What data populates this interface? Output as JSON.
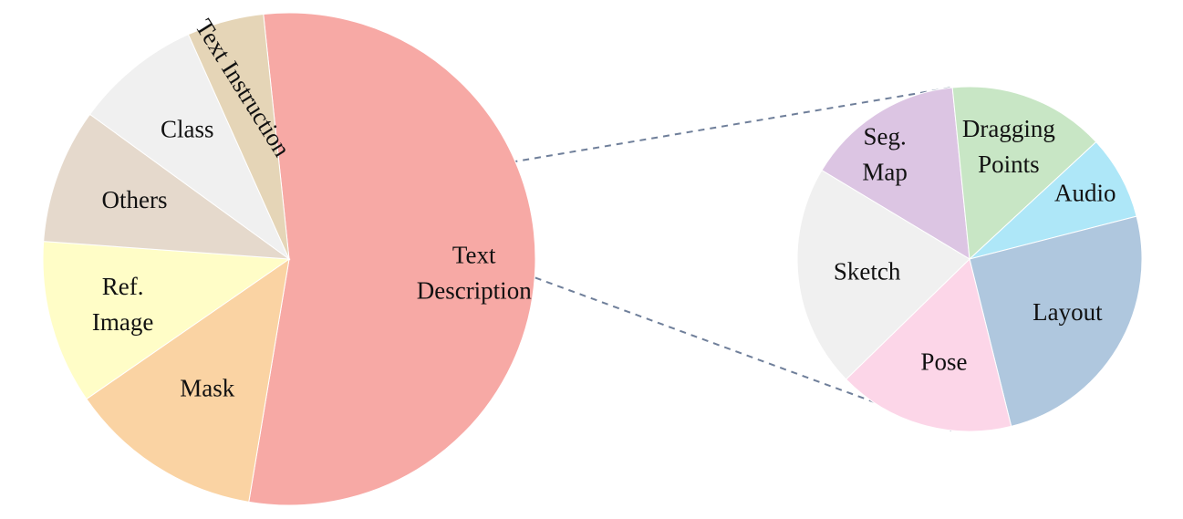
{
  "chart_data": [
    {
      "type": "pie",
      "series": [
        {
          "values": [
            {
              "label": "Text Description",
              "value": 57.0,
              "color": "#f7a9a5"
            },
            {
              "label": "Mask",
              "value": 13.4,
              "color": "#fad3a3"
            },
            {
              "label": "Ref. Image",
              "value": 11.3,
              "color": "#fffdc7"
            },
            {
              "label": "Others",
              "value": 9.3,
              "color": "#e5d9cc"
            },
            {
              "label": "Class",
              "value": 8.7,
              "color": "#f0f0f0"
            },
            {
              "label": "Text Instruction",
              "value": 5.3,
              "color": "#e5d5b7"
            }
          ]
        }
      ]
    },
    {
      "type": "pie",
      "series": [
        {
          "values": [
            {
              "label": "Seg. Map",
              "value": 14.8,
              "color": "#dcc5e3"
            },
            {
              "label": "Dragging Points",
              "value": 14.7,
              "color": "#c8e6c5"
            },
            {
              "label": "Audio",
              "value": 7.9,
              "color": "#aee7f8"
            },
            {
              "label": "Layout",
              "value": 25.1,
              "color": "#afc7de"
            },
            {
              "label": "Pose",
              "value": 16.6,
              "color": "#fcd6e8"
            },
            {
              "label": "Sketch",
              "value": 20.9,
              "color": "#f0f0f0"
            }
          ]
        }
      ]
    }
  ]
}
